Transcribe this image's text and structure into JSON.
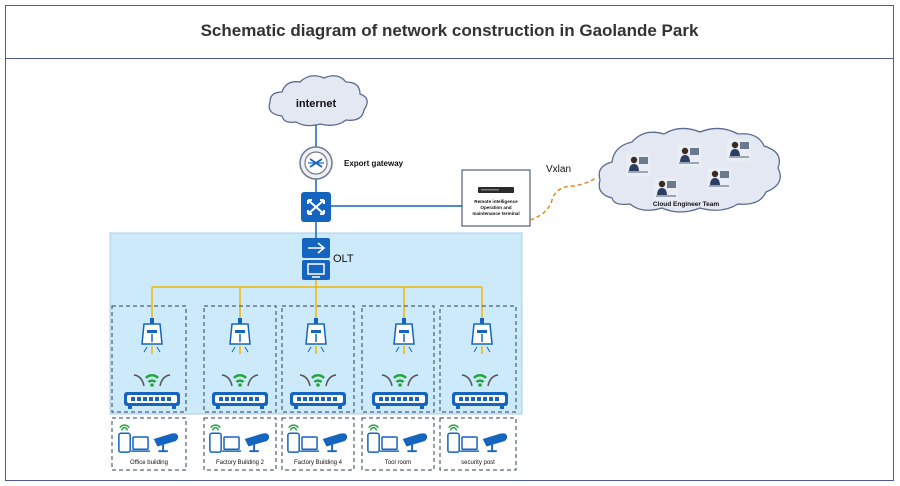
{
  "title": "Schematic diagram of network construction in Gaolande Park",
  "internet_label": "internet",
  "gateway_label": "Export gateway",
  "terminal_label_line1": "Remote intelligence",
  "terminal_label_line2": "Operation and",
  "terminal_label_line3": "maintenance terminal",
  "vxlan_label": "Vxlan",
  "cloud_team_label": "Cloud Engineer Team",
  "olt_label": "OLT",
  "buildings": [
    "Office building",
    "Factory Building 2",
    "Factory Building 4",
    "Tool room",
    "security post"
  ],
  "colors": {
    "frame": "#4a5a9a",
    "device_blue": "#1565c0",
    "olt_area": "#cdeafa",
    "fiber": "#f2b600",
    "wifi_green": "#22a63a",
    "link_orange": "#e08a1e"
  }
}
